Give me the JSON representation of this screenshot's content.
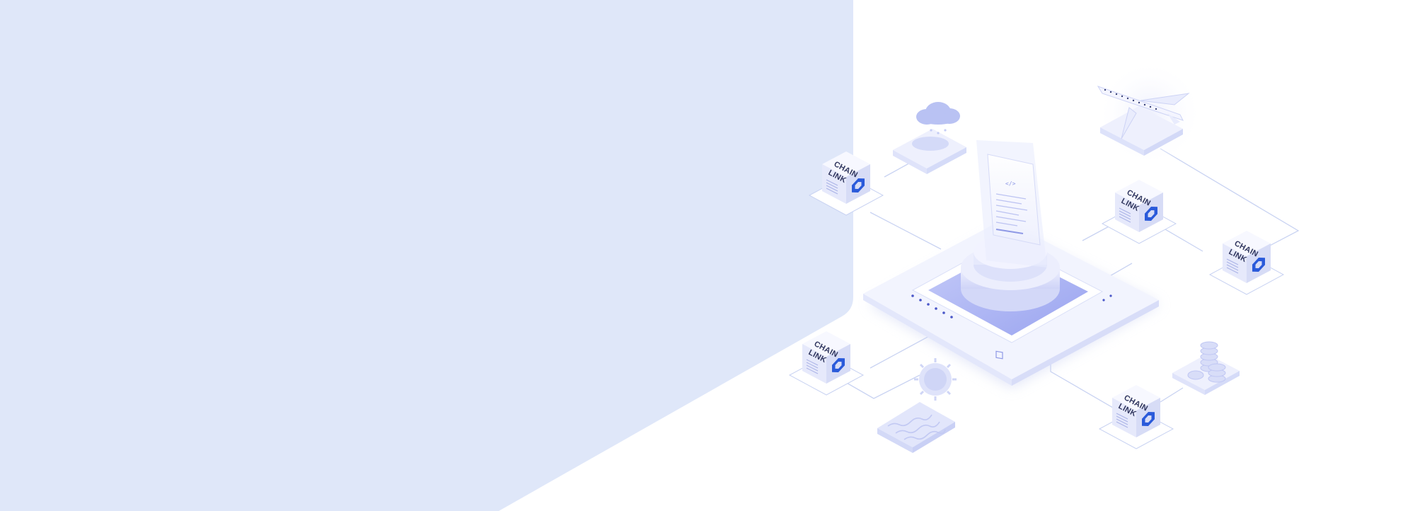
{
  "colors": {
    "panel": "#dfe7f9",
    "line": "#c9d3f2",
    "platform": "#eef1fd",
    "platform_side": "#dde3f8",
    "screen": "#a9b2f4",
    "cube_top": "#f7f8ff",
    "cube_side": "#e6e9fb",
    "cube_side_dark": "#d7dcf6",
    "chainlink_blue": "#2a5ada",
    "accent_soft": "#c7cdf6"
  },
  "illustration": {
    "nodes": [
      {
        "line1": "CHAIN",
        "line2": "LINK",
        "icon": "chainlink-hexagon-icon"
      },
      {
        "line1": "CHAIN",
        "line2": "LINK",
        "icon": "chainlink-hexagon-icon"
      },
      {
        "line1": "CHAIN",
        "line2": "LINK",
        "icon": "chainlink-hexagon-icon"
      },
      {
        "line1": "CHAIN",
        "line2": "LINK",
        "icon": "chainlink-hexagon-icon"
      },
      {
        "line1": "CHAIN",
        "line2": "LINK",
        "icon": "chainlink-hexagon-icon"
      }
    ],
    "icons": [
      "cloud-weather-icon",
      "airplane-icon",
      "coins-stack-icon",
      "sun-icon",
      "water-waves-icon",
      "smart-contract-document-icon"
    ]
  }
}
